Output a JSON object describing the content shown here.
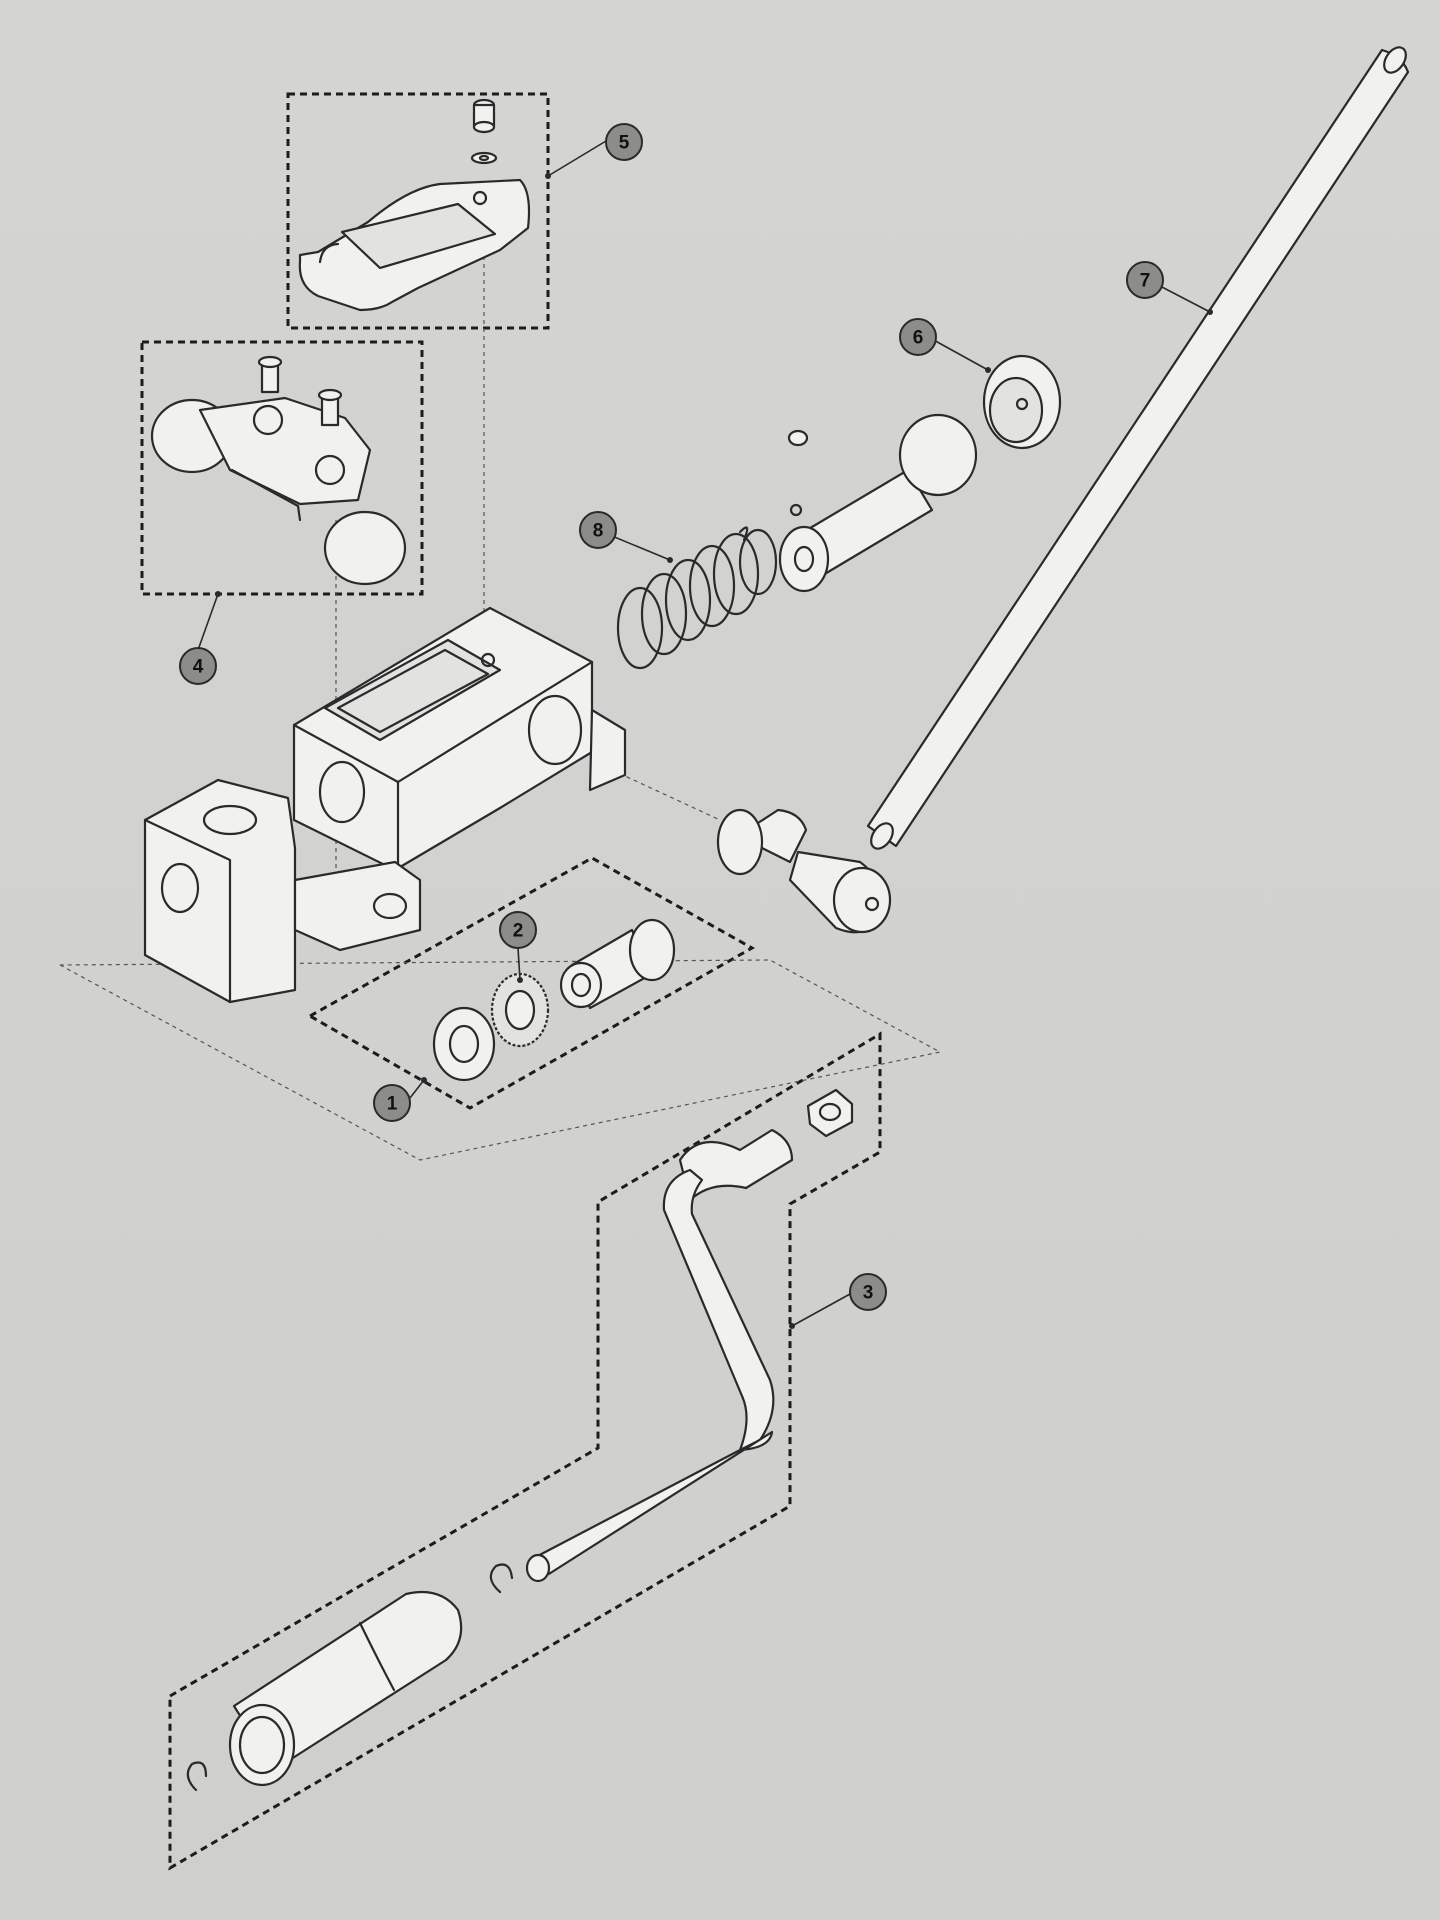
{
  "diagram": {
    "callouts": [
      {
        "label": "1",
        "part": "washer-set"
      },
      {
        "label": "2",
        "part": "toothed-lock-washer"
      },
      {
        "label": "3",
        "part": "crank-handle-assembly"
      },
      {
        "label": "4",
        "part": "clamp-bracket-assembly"
      },
      {
        "label": "5",
        "part": "cover-plate-assembly"
      },
      {
        "label": "6",
        "part": "end-cap-ring"
      },
      {
        "label": "7",
        "part": "rod"
      },
      {
        "label": "8",
        "part": "compression-spring"
      }
    ],
    "colors": {
      "background": "#d3d3d1",
      "part_fill": "#f1f1ef",
      "line": "#2a2a2a",
      "badge_fill": "#8c8c8a"
    }
  }
}
